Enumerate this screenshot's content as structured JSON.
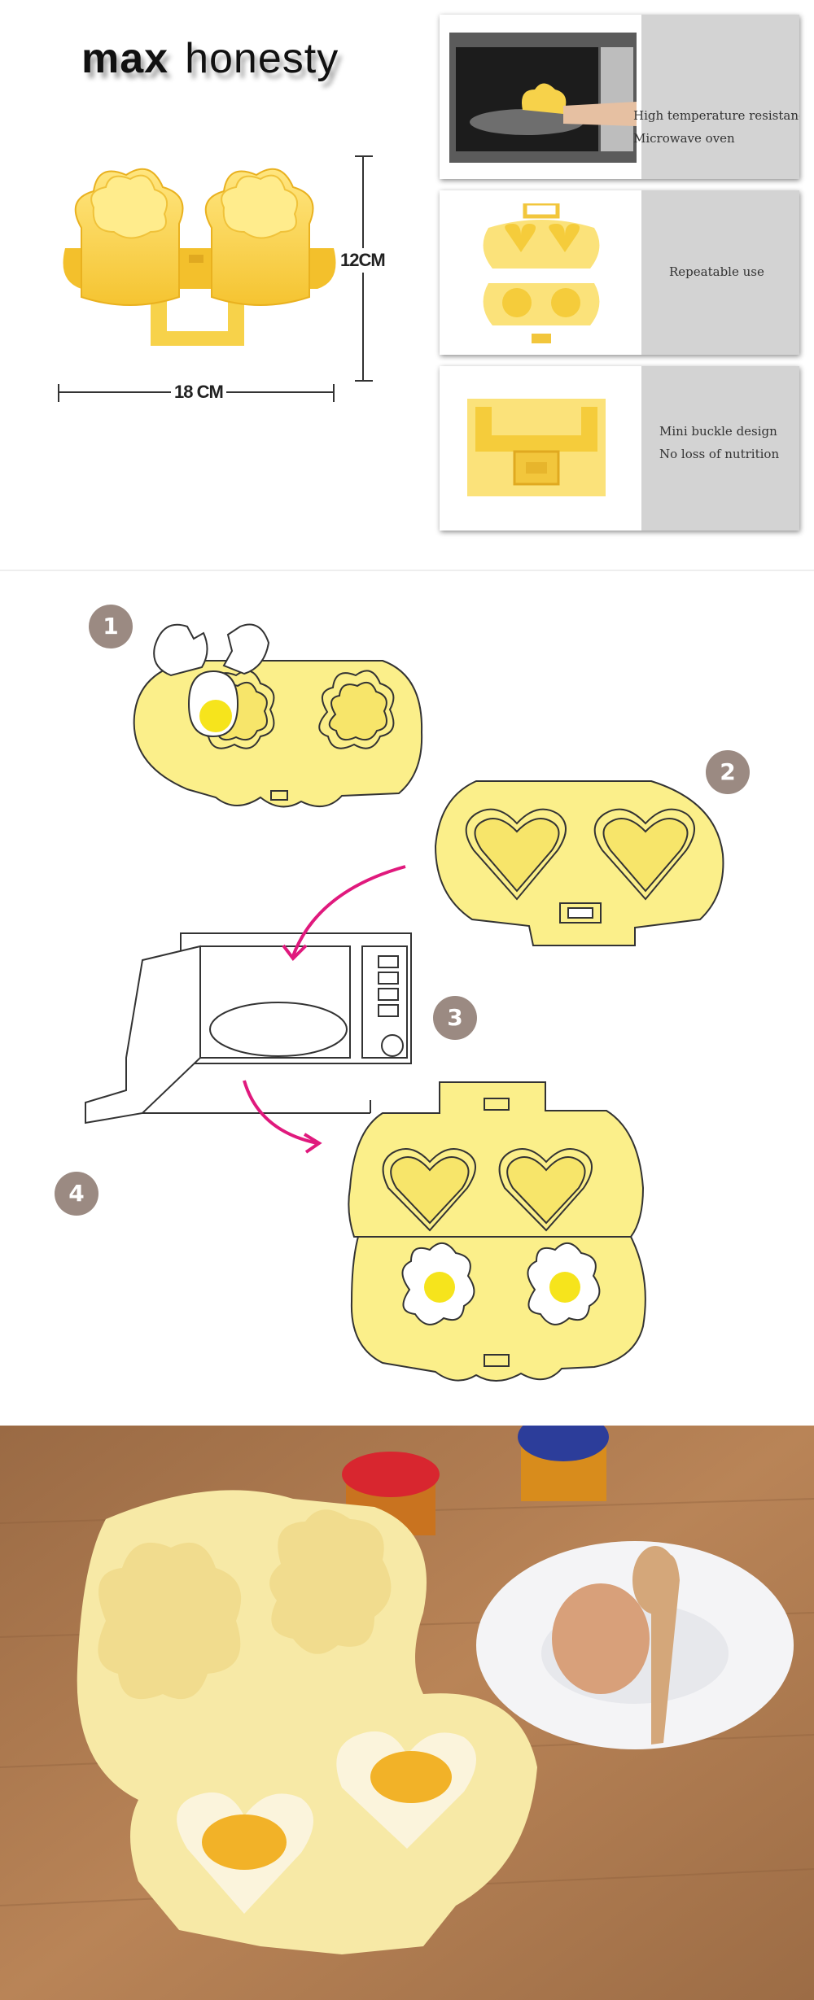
{
  "brand": {
    "word1": "max",
    "word2": "honesty"
  },
  "dimensions": {
    "height_label": "12CM",
    "width_label": "18 CM"
  },
  "features": [
    {
      "lines": [
        "High temperature resistance",
        "Microwave oven"
      ],
      "icon": "microwave-photo"
    },
    {
      "lines": [
        "Repeatable use"
      ],
      "icon": "egg-mold-top-view-photo"
    },
    {
      "lines": [
        "Mini buckle design",
        "No loss of nutrition"
      ],
      "icon": "buckle-closeup-photo"
    }
  ],
  "steps": [
    "1",
    "2",
    "3",
    "4"
  ],
  "colors": {
    "mold_yellow": "#f8ea6e",
    "arrow_magenta": "#e0197d",
    "badge": "#9b8a82",
    "table_wood": "#b07a4c",
    "photo_mold": "#f7e9a6"
  }
}
